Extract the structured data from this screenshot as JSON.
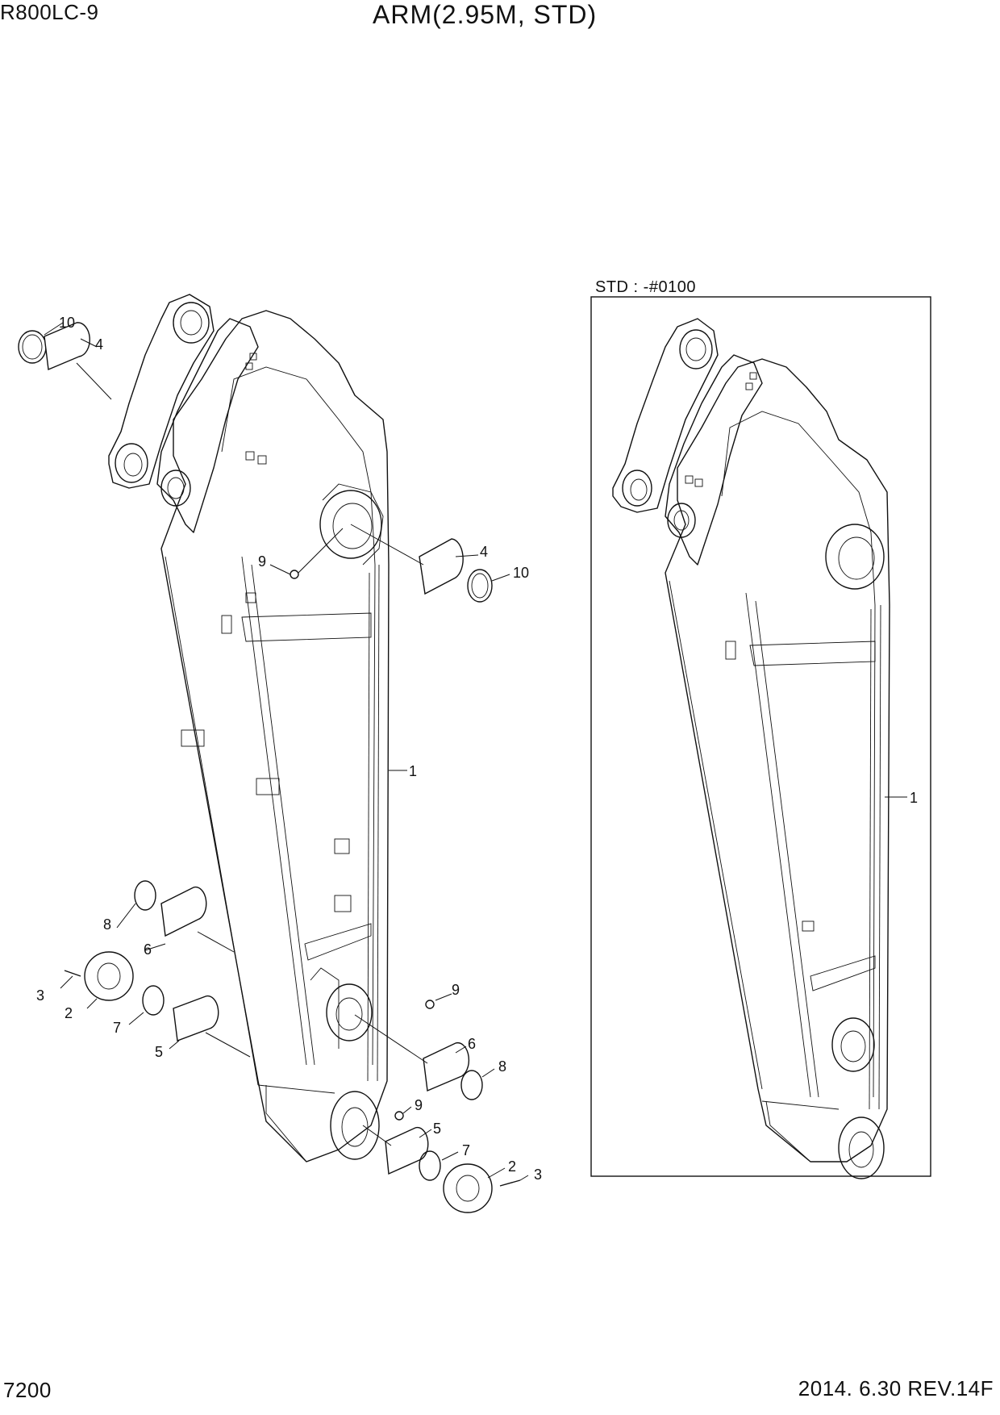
{
  "header": {
    "model": "R800LC-9",
    "title": "ARM(2.95M, STD)"
  },
  "footer": {
    "page_number": "7200",
    "revision": "2014. 6.30  REV.14F"
  },
  "inset": {
    "label": "STD : -#0100"
  },
  "callouts": {
    "main": [
      "10",
      "4",
      "9",
      "4",
      "10",
      "1",
      "8",
      "6",
      "3",
      "2",
      "7",
      "5",
      "9",
      "6",
      "8",
      "9",
      "5",
      "7",
      "2",
      "3"
    ],
    "inset": [
      "1"
    ]
  }
}
